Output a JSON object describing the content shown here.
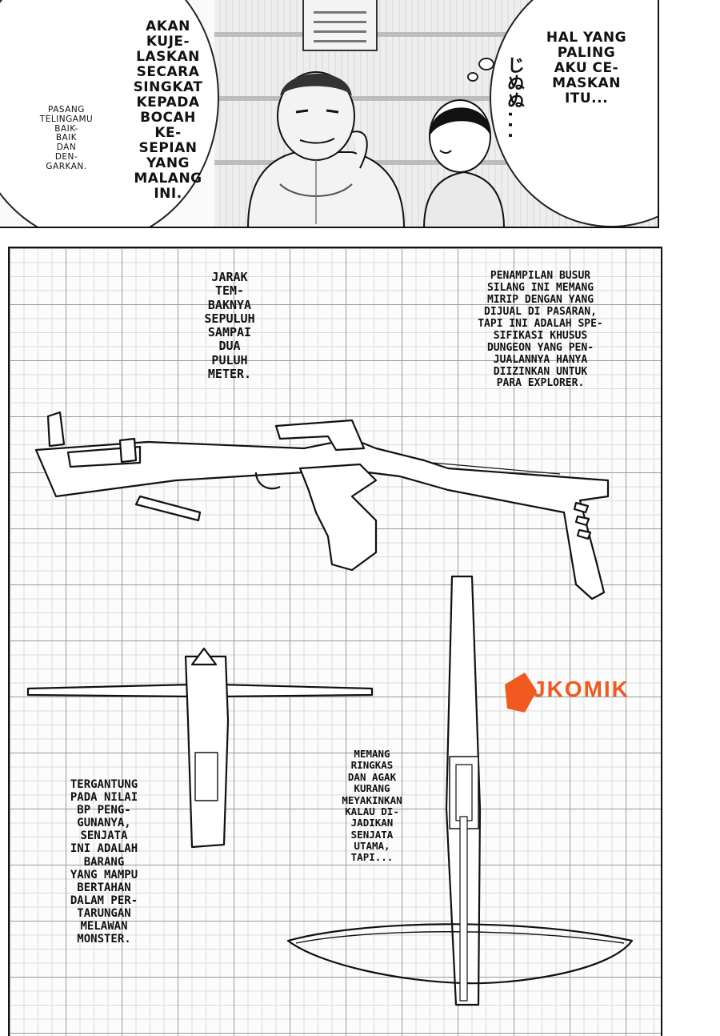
{
  "top_panel": {
    "left_small_text": "PASANG\nTELINGAMU\nBAIK-\nBAIK\nDAN\nDEN-\nGARKAN.",
    "left_bubble_text": "AKAN\nKUJE-\nLASKAN\nSECARA\nSINGKAT\nKEPADA\nBOCAH\nKE-\nSEPIAN\nYANG\nMALANG\nINI.",
    "right_bubble_text": "HAL YANG\nPALING\nAKU CE-\nMASKAN\nITU...",
    "sfx_text": "じぬぬ..."
  },
  "blueprint": {
    "range_text": "JARAK\nTEM-\nBAKNYA\nSEPULUH\nSAMPAI\nDUA\nPULUH\nMETER.",
    "appearance_text": "PENAMPILAN BUSUR\nSILANG INI MEMANG\nMIRIP DENGAN YANG\nDIJUAL DI PASARAN,\nTAPI INI ADALAH SPE-\nSIFIKASI KHUSUS\nDUNGEON YANG PEN-\nJUALANNYA HANYA\nDIIZINKAN UNTUK\nPARA EXPLORER.",
    "bp_text": "TERGANTUNG\nPADA NILAI\nBP PENG-\nGUNANYA,\nSENJATA\nINI ADALAH\nBARANG\nYANG MAMPU\nBERTAHAN\nDALAM PER-\nTARUNGAN\nMELAWAN\nMONSTER.",
    "compact_text": "MEMANG\nRINGKAS\nDAN AGAK\nKURANG\nMEYAKINKAN\nKALAU DI-\nJADIKAN\nSENJATA\nUTAMA,\nTAPI...",
    "watermark": "JKOMIK",
    "watermark_color": "#f05a1e"
  }
}
